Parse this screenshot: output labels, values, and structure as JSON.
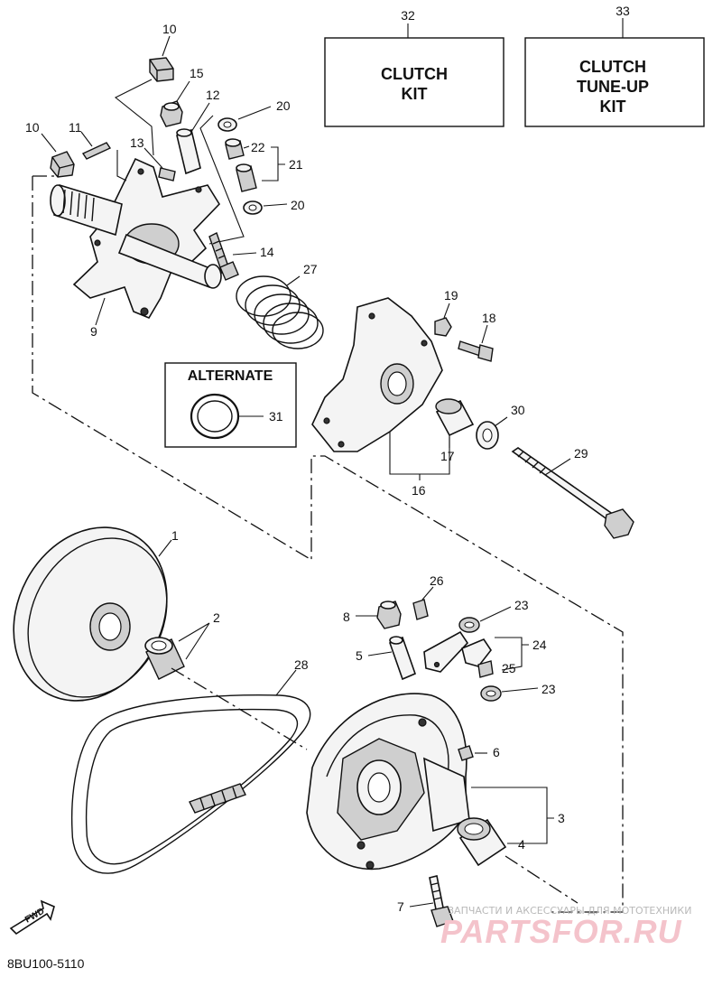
{
  "diagram_code": "8BU100-5110",
  "kits": {
    "clutch_kit": {
      "ref": "32",
      "line1": "CLUTCH",
      "line2": "KIT"
    },
    "tune_up_kit": {
      "ref": "33",
      "line1": "CLUTCH",
      "line2": "TUNE-UP",
      "line3": "KIT"
    }
  },
  "alternate": {
    "title": "ALTERNATE",
    "ref": "31"
  },
  "fwd_label": "FWD",
  "callouts": {
    "c1": "1",
    "c2": "2",
    "c3": "3",
    "c4": "4",
    "c5": "5",
    "c6": "6",
    "c7": "7",
    "c8": "8",
    "c9": "9",
    "c10a": "10",
    "c10b": "10",
    "c11": "11",
    "c12": "12",
    "c13": "13",
    "c14": "14",
    "c15": "15",
    "c16": "16",
    "c17": "17",
    "c18": "18",
    "c19": "19",
    "c20a": "20",
    "c20b": "20",
    "c21": "21",
    "c22": "22",
    "c23a": "23",
    "c23b": "23",
    "c24": "24",
    "c25": "25",
    "c26": "26",
    "c27": "27",
    "c28": "28",
    "c29": "29",
    "c30": "30"
  },
  "watermark": {
    "line1": "ЗАПЧАСТИ И АКСЕССУАРЫ ДЛЯ МОТОТЕХНИКИ",
    "line2": "PARTSFOR.RU"
  }
}
